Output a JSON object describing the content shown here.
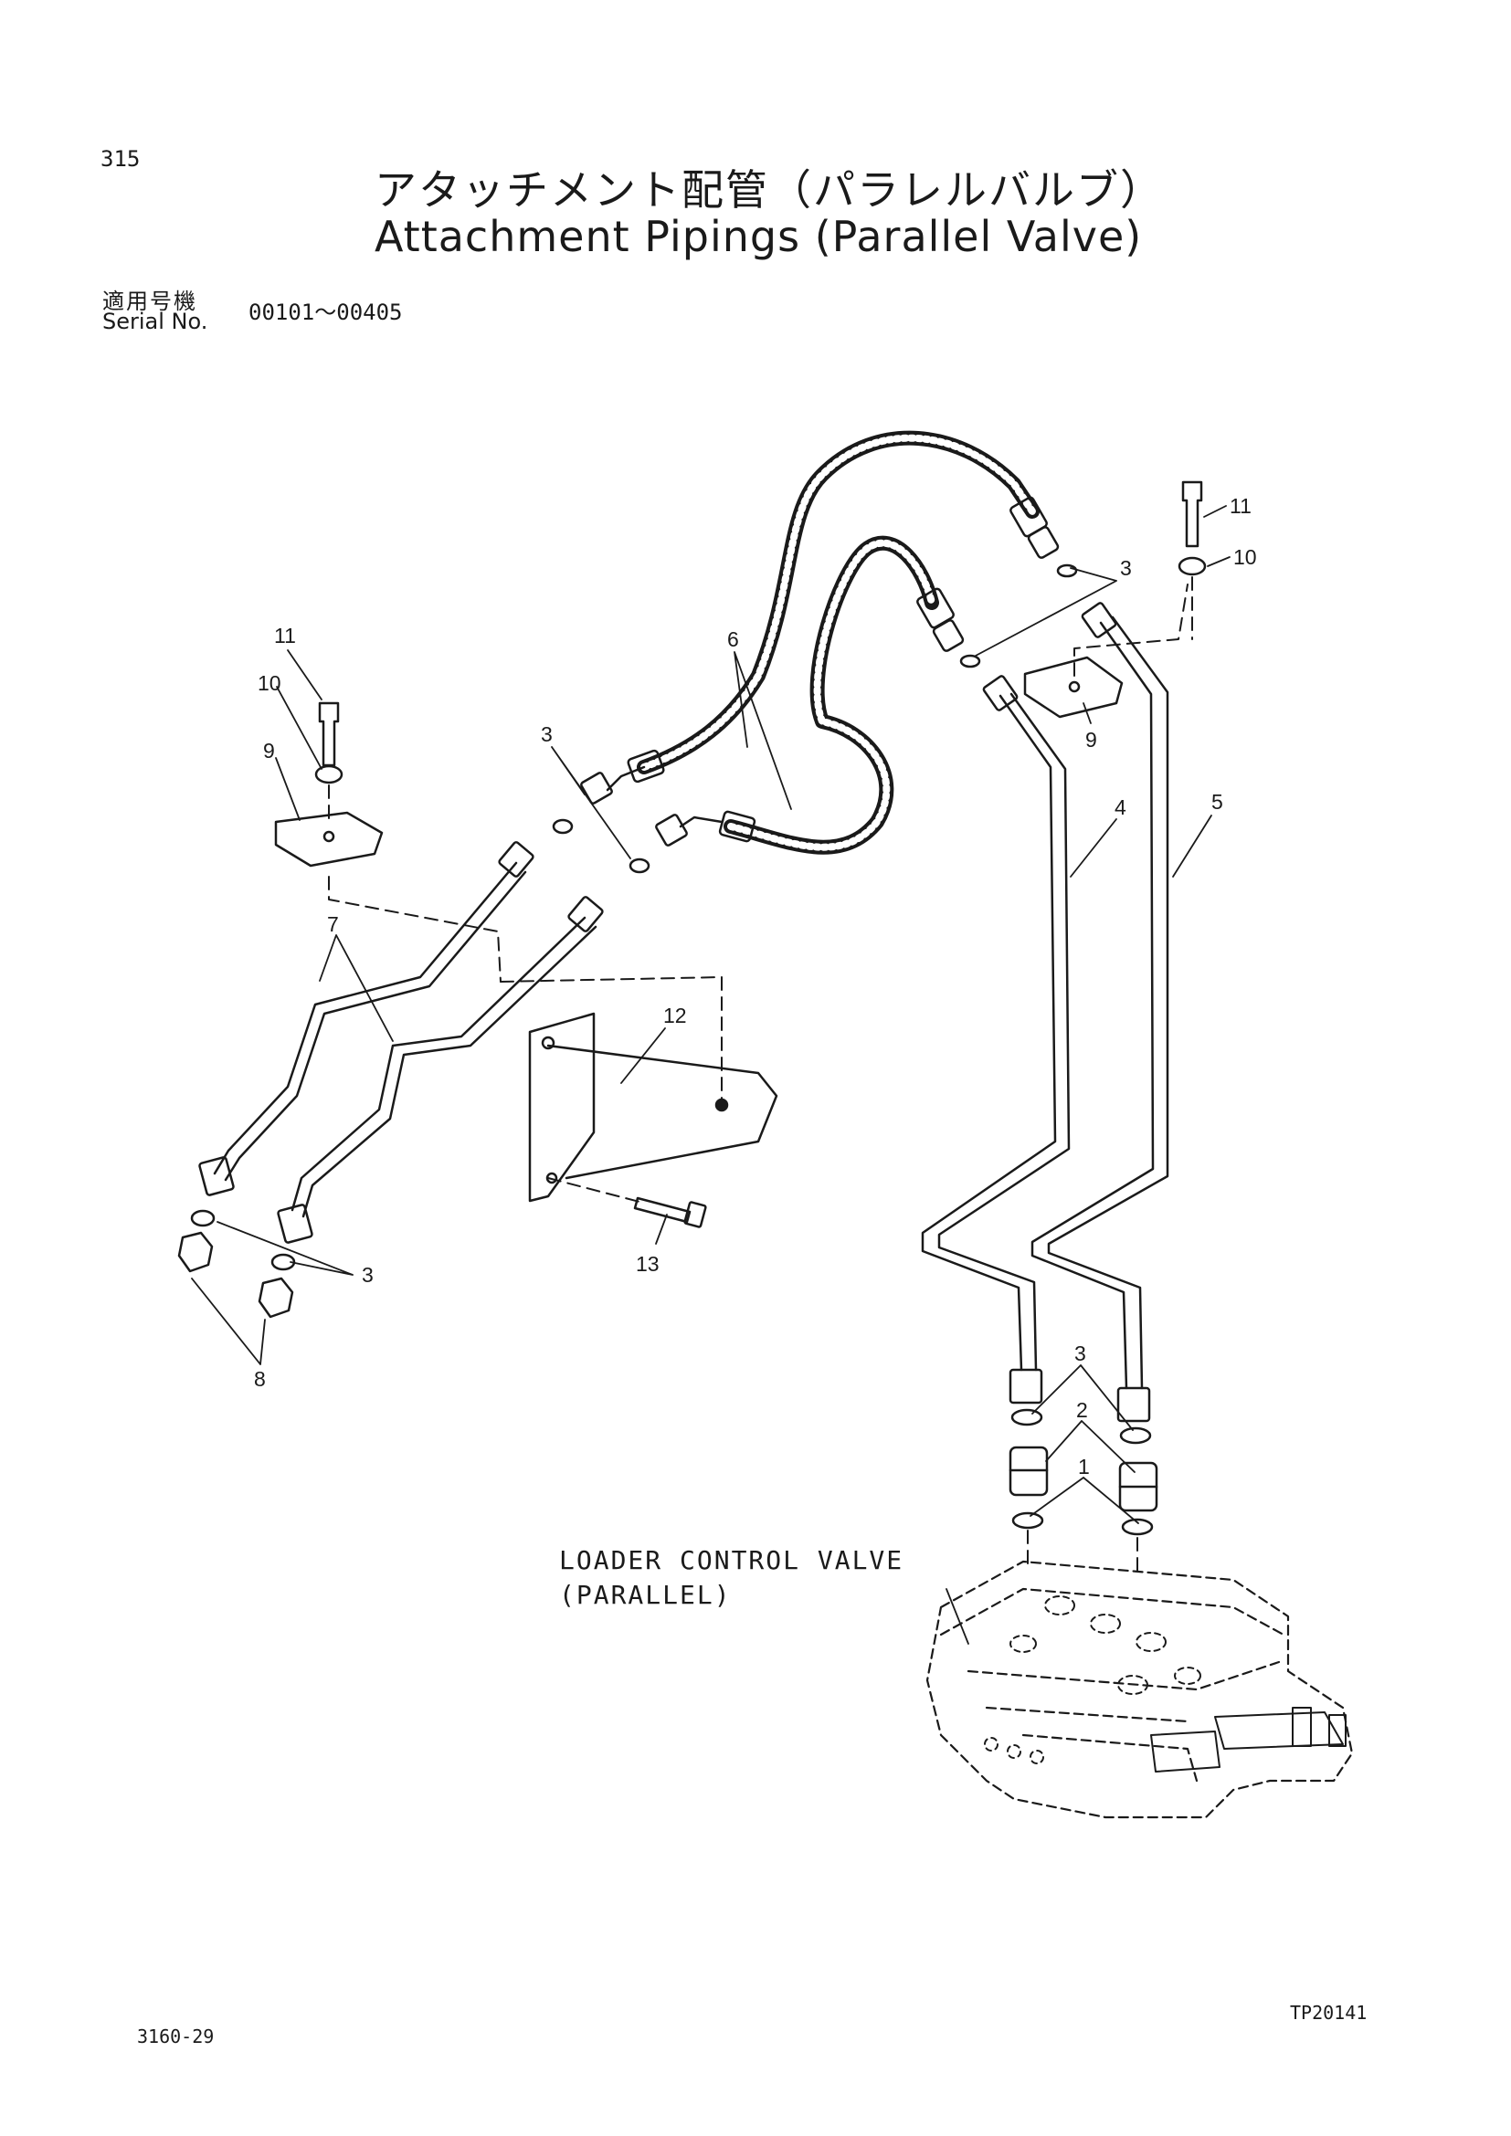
{
  "page": {
    "number": "315",
    "title_jp": "アタッチメント配管（パラレルバルブ）",
    "title_en": "Attachment Pipings (Parallel Valve)",
    "serial_label_jp": "適用号機",
    "serial_label_en": "Serial No.",
    "serial_range": "00101～00405",
    "doc_code": "3160-29",
    "drawing_code": "TP20141"
  },
  "diagram": {
    "valve_label_line1": "LOADER CONTROL VALVE",
    "valve_label_line2": "(PARALLEL)",
    "callouts": {
      "c11_left": "11",
      "c10_left": "10",
      "c9_left": "9",
      "c7": "7",
      "c3_mid": "3",
      "c6": "6",
      "c12": "12",
      "c13": "13",
      "c3_lower": "3",
      "c8": "8",
      "c11_right": "11",
      "c10_right": "10",
      "c3_upper_right": "3",
      "c9_right": "9",
      "c4": "4",
      "c5": "5",
      "c3_valve": "3",
      "c2": "2",
      "c1": "1"
    }
  },
  "colors": {
    "ink": "#1a1a1a",
    "paper": "#ffffff"
  }
}
